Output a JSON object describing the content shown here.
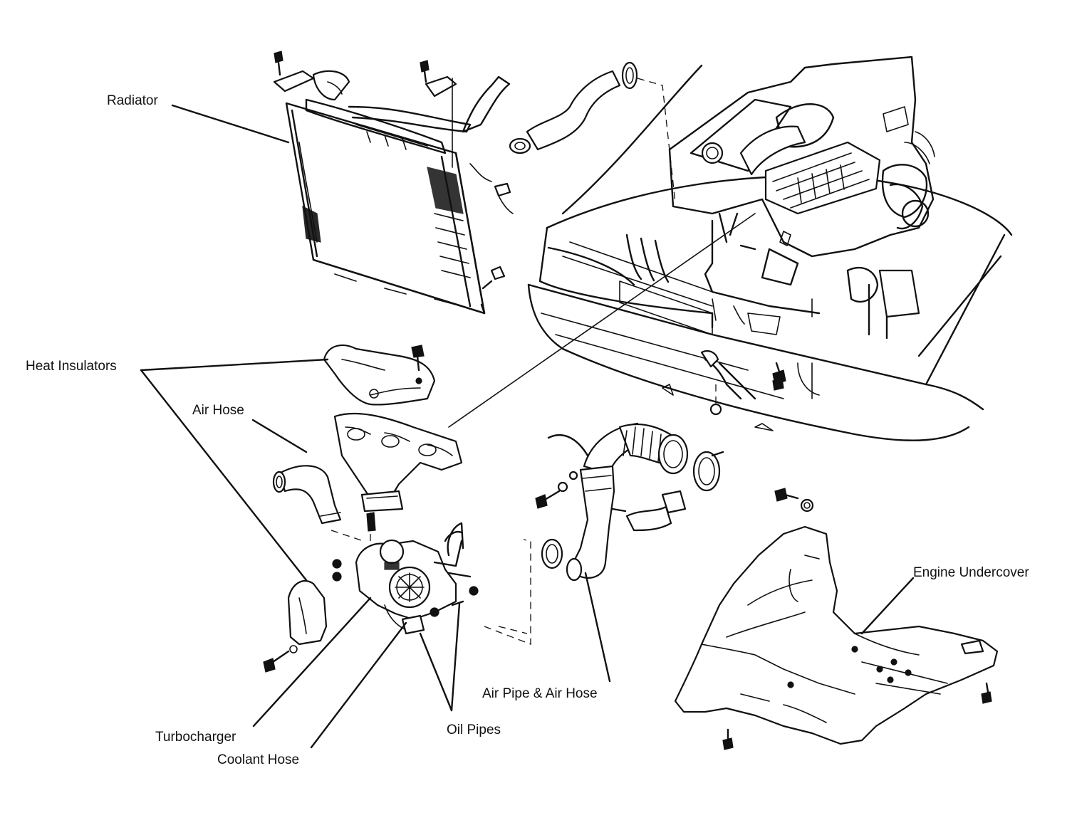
{
  "diagram": {
    "labels": {
      "radiator": "Radiator",
      "heat_insulators": "Heat Insulators",
      "air_hose": "Air Hose",
      "engine_undercover": "Engine Undercover",
      "air_pipe_air_hose": "Air Pipe & Air Hose",
      "oil_pipes": "Oil Pipes",
      "turbocharger": "Turbocharger",
      "coolant_hose": "Coolant Hose"
    }
  }
}
